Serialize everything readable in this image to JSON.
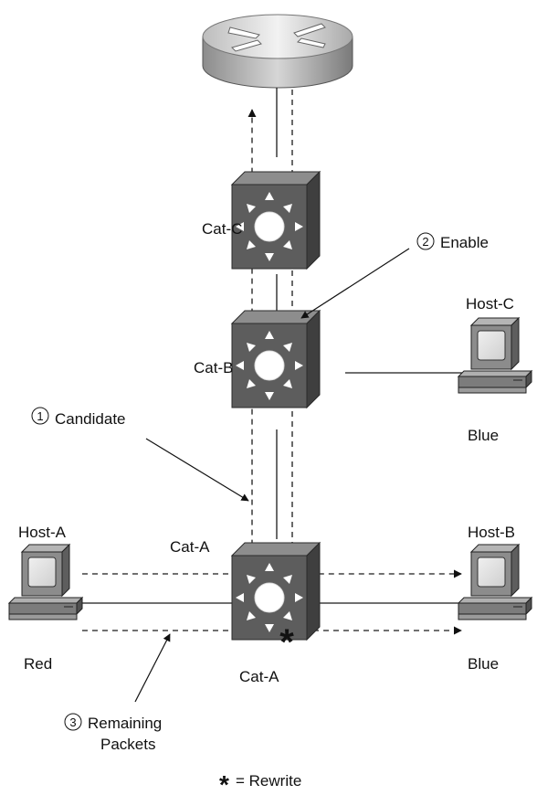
{
  "labels": {
    "cat_c": "Cat-C",
    "cat_b": "Cat-B",
    "cat_a_top": "Cat-A",
    "cat_a_bottom": "Cat-A",
    "host_a": "Host-A",
    "host_b": "Host-B",
    "host_c": "Host-C",
    "red": "Red",
    "blue_b": "Blue",
    "blue_c": "Blue"
  },
  "callouts": {
    "candidate": {
      "number": "1",
      "text": "Candidate"
    },
    "enable": {
      "number": "2",
      "text": "Enable"
    },
    "remaining": {
      "number": "3",
      "line1": "Remaining",
      "line2": "Packets"
    }
  },
  "legend": {
    "symbol": "*",
    "text": "= Rewrite"
  },
  "colors": {
    "switch_front": "#5a5a5a",
    "switch_top": "#8a8a8a",
    "switch_side": "#3e3e3e",
    "router_light": "#d8d8d8",
    "line": "#1a1a1a"
  },
  "icons": [
    "router-icon",
    "multilayer-switch-icon",
    "workstation-icon"
  ]
}
